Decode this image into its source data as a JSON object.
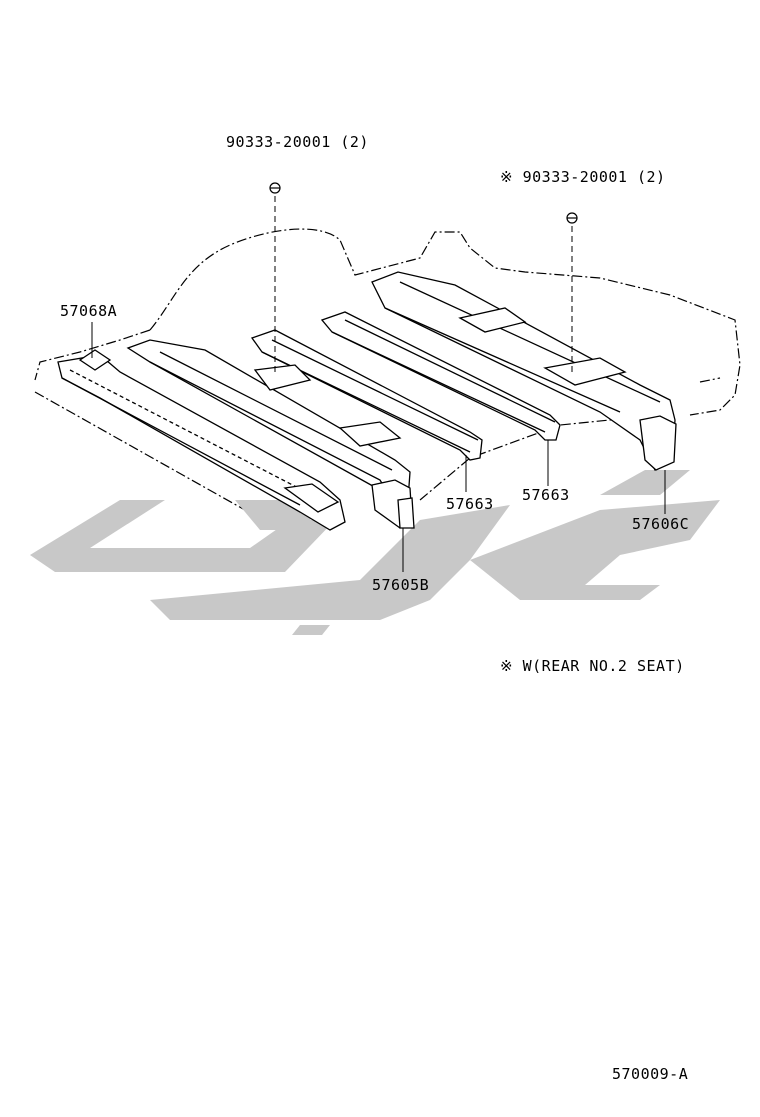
{
  "callouts": {
    "bolt_left": "90333-20001 (2)",
    "bolt_right_mark": "※",
    "bolt_right": "90333-20001 (2)",
    "part_left_rail": "57068A",
    "part_mid_a": "57663",
    "part_mid_b": "57663",
    "part_front": "57605B",
    "part_right": "57606C"
  },
  "footnote": {
    "mark": "※",
    "text": "W(REAR NO.2 SEAT)"
  },
  "diagram_code": "570009-A",
  "watermark": {
    "kind": "logo",
    "text": "نوپ‌ای",
    "color": "#c8c8c8"
  },
  "colors": {
    "line": "#000000",
    "watermark": "#c8c8c8"
  }
}
